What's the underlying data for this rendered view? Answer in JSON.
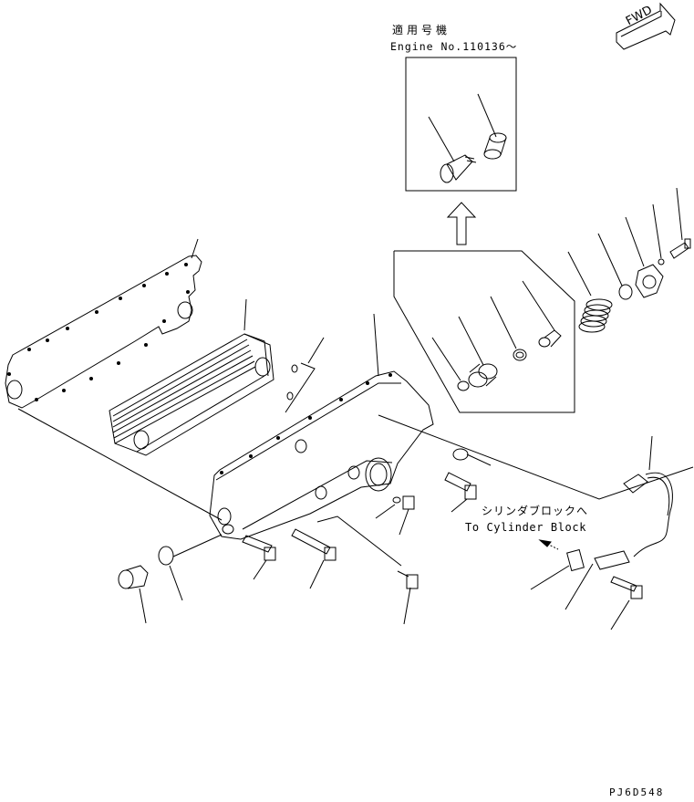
{
  "applicability": {
    "label_jp": "適用号機",
    "label_en": "Engine No.110136〜"
  },
  "cylinder_block_note": {
    "label_jp": "シリンダブロックへ",
    "label_en": "To Cylinder Block"
  },
  "direction_marker": {
    "text": "FWD",
    "icon": "forward-arrow-icon"
  },
  "drawing_code": "PJ6D548",
  "colors": {
    "line": "#000000",
    "background": "#ffffff"
  }
}
